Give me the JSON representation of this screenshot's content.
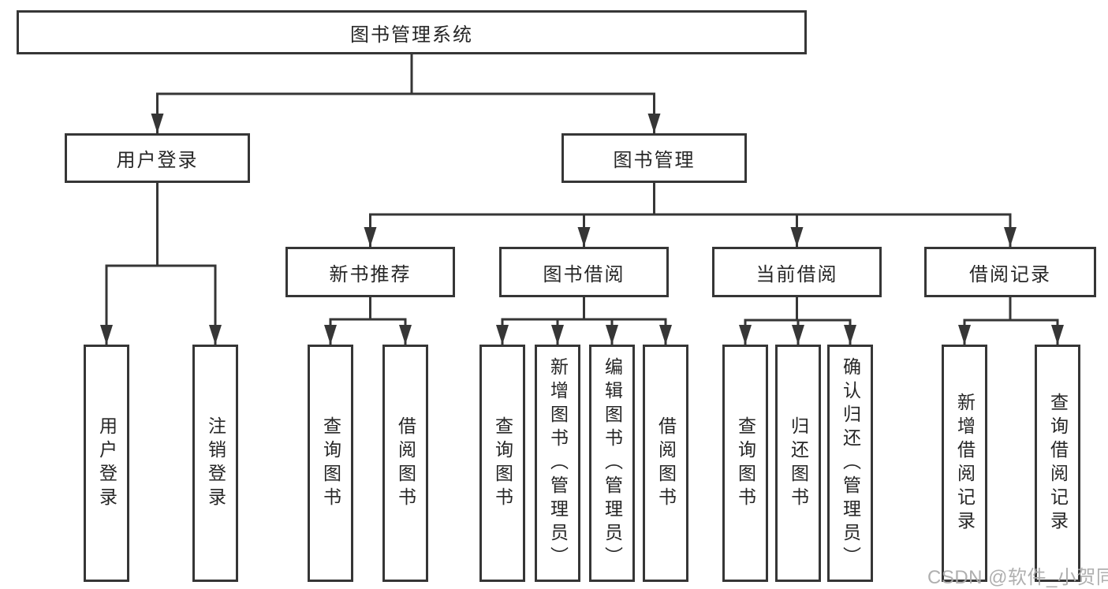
{
  "diagram": {
    "title": "图书管理系统",
    "tree": {
      "root": {
        "label": "图书管理系统",
        "children": [
          {
            "label": "用户登录",
            "children": [
              {
                "label": "用户登录"
              },
              {
                "label": "注销登录"
              }
            ]
          },
          {
            "label": "图书管理",
            "children": [
              {
                "label": "新书推荐",
                "children": [
                  {
                    "label": "查询图书"
                  },
                  {
                    "label": "借阅图书"
                  }
                ]
              },
              {
                "label": "图书借阅",
                "children": [
                  {
                    "label": "查询图书"
                  },
                  {
                    "label": "新增图书（管理员）"
                  },
                  {
                    "label": "编辑图书（管理员）"
                  },
                  {
                    "label": "借阅图书"
                  }
                ]
              },
              {
                "label": "当前借阅",
                "children": [
                  {
                    "label": "查询图书"
                  },
                  {
                    "label": "归还图书"
                  },
                  {
                    "label": "确认归还（管理员）"
                  }
                ]
              },
              {
                "label": "借阅记录",
                "children": [
                  {
                    "label": "新增借阅记录"
                  },
                  {
                    "label": "查询借阅记录"
                  }
                ]
              }
            ]
          }
        ]
      }
    },
    "colors": {
      "line": "#363636",
      "text": "#262626",
      "background": "#ffffff",
      "watermark": "#ababab"
    }
  },
  "watermark": "CSDN @软件_小贺同学"
}
